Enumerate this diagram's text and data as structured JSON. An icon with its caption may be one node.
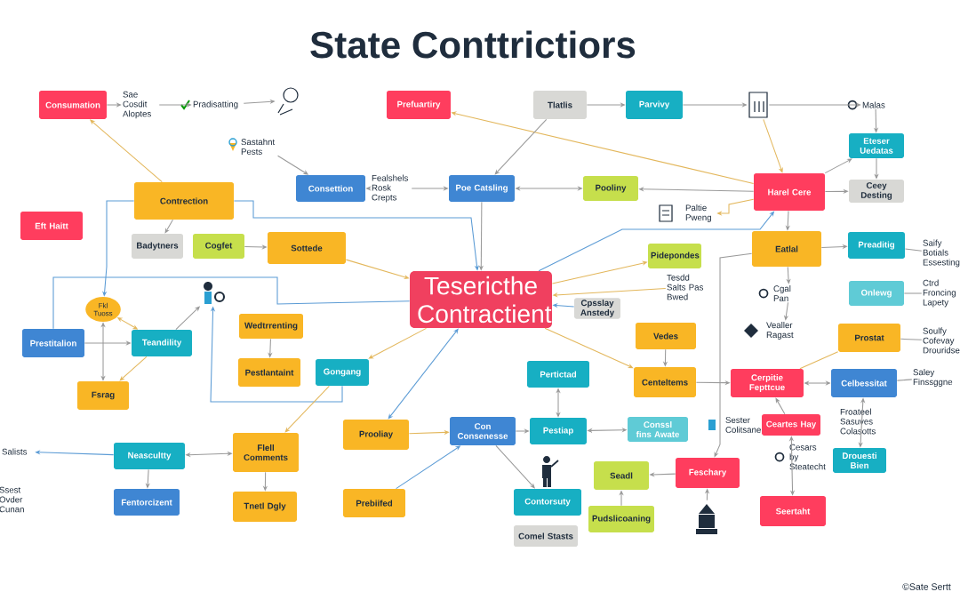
{
  "diagram": {
    "title": "State Conttrictiors",
    "nodes": [
      {
        "text": [
          "Consumation"
        ]
      },
      {
        "text": [
          "Sae Cosdit Aloptes"
        ]
      },
      {
        "text": [
          "Pradisatting"
        ]
      },
      {
        "text": [],
        "shape": "picture"
      },
      {
        "text": [
          "Sastahnt Pests"
        ]
      },
      {
        "text": [
          "Contrection"
        ]
      },
      {
        "text": [
          "Eft Haitt"
        ]
      },
      {
        "text": [
          "Badytners"
        ]
      },
      {
        "text": [
          "Cogfet"
        ]
      },
      {
        "text": [
          "Sottede"
        ]
      },
      {
        "text": [
          "Prefuartiry"
        ]
      },
      {
        "text": [
          "Tlatlis"
        ]
      },
      {
        "text": [
          "Parvivy"
        ]
      },
      {
        "text": [],
        "shape": "picture"
      },
      {
        "text": [
          "Malas"
        ]
      },
      {
        "text": [
          "Consettion"
        ]
      },
      {
        "text": [
          "Fealshels Rosk Crepts"
        ]
      },
      {
        "text": [
          "Poe Catsling"
        ]
      },
      {
        "text": [
          "Pooliny"
        ]
      },
      {
        "text": [
          "Harel Cere"
        ]
      },
      {
        "text": [
          "Eteser Uedatas"
        ]
      },
      {
        "text": [
          "Ceey Desting"
        ]
      },
      {
        "text": [
          "Paltie Pweng"
        ]
      },
      {
        "text": [
          "Pidepondes"
        ]
      },
      {
        "text": [
          "Eatlal"
        ]
      },
      {
        "text": [
          "Preaditig"
        ]
      },
      {
        "text": [
          "Saify Botials Essesting"
        ]
      },
      {
        "text": [
          "Tesericthe Contractient"
        ]
      },
      {
        "text": [
          "Cpsslay Anstedy"
        ]
      },
      {
        "text": [
          "Tesdd Salts Pas Bwed"
        ]
      },
      {
        "text": [
          "Cgal Pan"
        ]
      },
      {
        "text": [
          "Vealler Ragast"
        ]
      },
      {
        "text": [
          "Onlewg"
        ]
      },
      {
        "text": [
          "Ctrd Froncing Lapety"
        ]
      },
      {
        "text": [
          "Prostat"
        ]
      },
      {
        "text": [
          "Soulfy Cofevay Drouridse"
        ]
      },
      {
        "text": [
          "Fkl Tuoss"
        ]
      },
      {
        "text": [
          "Prestitalion"
        ]
      },
      {
        "text": [
          "Teandility"
        ]
      },
      {
        "text": [
          "Fsrag"
        ]
      },
      {
        "text": [],
        "shape": "picture"
      },
      {
        "text": [
          "Wedtrrenting"
        ]
      },
      {
        "text": [
          "Pestlantaint"
        ]
      },
      {
        "text": [
          "Gongang"
        ]
      },
      {
        "text": [
          "Vedes"
        ]
      },
      {
        "text": [
          "Centeltems"
        ]
      },
      {
        "text": [
          "Pertictad"
        ]
      },
      {
        "text": [
          "Cerpitie Fepttcue"
        ]
      },
      {
        "text": [
          "Celbessitat"
        ]
      },
      {
        "text": [
          "Saley Finssggne"
        ]
      },
      {
        "text": [
          "Prooliay"
        ]
      },
      {
        "text": [
          "Con Consenesse"
        ]
      },
      {
        "text": [
          "Pestiap"
        ]
      },
      {
        "text": [
          "Conssl fins Awate"
        ]
      },
      {
        "text": [
          "Sester Colitsane"
        ]
      },
      {
        "text": [
          "Ceartes Hay"
        ]
      },
      {
        "text": [
          "Froateel Sasuves Colasotts"
        ]
      },
      {
        "text": [
          "Drouesti Bien"
        ]
      },
      {
        "text": [
          "Salists"
        ]
      },
      {
        "text": [
          "Neascultty"
        ]
      },
      {
        "text": [
          "Flell Comments"
        ]
      },
      {
        "text": [
          "Fentorcizent"
        ]
      },
      {
        "text": [
          "Tnetl Dgly"
        ]
      },
      {
        "text": [
          "Prebiifed"
        ]
      },
      {
        "text": [
          "Contorsuty"
        ]
      },
      {
        "text": [
          "Seadl"
        ]
      },
      {
        "text": [
          "Pudslicoaning"
        ]
      },
      {
        "text": [
          "Feschary"
        ]
      },
      {
        "text": [],
        "shape": "picture"
      },
      {
        "text": [],
        "shape": "picture"
      },
      {
        "text": [
          "Comel Stasts"
        ]
      },
      {
        "text": [
          "Seertaht"
        ]
      },
      {
        "text": [
          "Cesars by Steatecht"
        ]
      },
      {
        "text": [
          "Ssest Ovder Cunan"
        ]
      }
    ],
    "edges": [
      {
        "from": 0,
        "to": 1,
        "arrow": "to"
      },
      {
        "from": 1,
        "to": 2,
        "arrow": "to"
      },
      {
        "from": 2,
        "to": 3,
        "arrow": "to"
      },
      {
        "from": 4,
        "to": 15,
        "arrow": "to"
      },
      {
        "from": 5,
        "to": 0,
        "arrow": "to",
        "color": "#e3b75c"
      },
      {
        "from": 19,
        "to": 10,
        "arrow": "to",
        "color": "#e3b75c"
      },
      {
        "from": 11,
        "to": 17,
        "arrow": "to"
      },
      {
        "from": 11,
        "to": 12,
        "arrow": "to"
      },
      {
        "from": 12,
        "to": 13,
        "arrow": "to"
      },
      {
        "from": 13,
        "to": 14,
        "arrow": "to"
      },
      {
        "from": 13,
        "to": 19,
        "arrow": "to",
        "color": "#e3b75c"
      },
      {
        "from": 14,
        "to": 20,
        "arrow": "to"
      },
      {
        "from": 20,
        "to": 21,
        "arrow": "to"
      },
      {
        "from": 19,
        "to": 20,
        "arrow": "to"
      },
      {
        "from": 19,
        "to": 21,
        "arrow": "to"
      },
      {
        "from": 19,
        "to": 24,
        "arrow": "to"
      },
      {
        "from": 19,
        "to": 18,
        "arrow": "to"
      },
      {
        "from": 16,
        "to": 15,
        "arrow": "to"
      },
      {
        "from": 16,
        "to": 17,
        "arrow": "to"
      },
      {
        "from": 17,
        "to": 18,
        "arrow": "both"
      },
      {
        "from": 17,
        "to": 27,
        "arrow": "to"
      },
      {
        "from": 5,
        "to": 7,
        "arrow": "to"
      },
      {
        "from": 8,
        "to": 9,
        "arrow": "to"
      },
      {
        "from": 5,
        "to": 27,
        "arrow": "to",
        "color": "#5b9bd5"
      },
      {
        "from": 9,
        "to": 27,
        "arrow": "to",
        "color": "#e3b75c"
      },
      {
        "from": 19,
        "to": 22,
        "arrow": "to",
        "color": "#e3b75c"
      },
      {
        "from": 27,
        "to": 19,
        "arrow": "to",
        "color": "#5b9bd5"
      },
      {
        "from": 27,
        "to": 23,
        "arrow": "to",
        "color": "#e3b75c"
      },
      {
        "from": 24,
        "to": 25,
        "arrow": "to"
      },
      {
        "from": 24,
        "to": 30,
        "arrow": "to"
      },
      {
        "from": 30,
        "to": 31,
        "arrow": "to"
      },
      {
        "from": 28,
        "to": 27,
        "arrow": "to",
        "color": "#5b9bd5"
      },
      {
        "from": 29,
        "to": 27,
        "arrow": "to",
        "color": "#e3b75c"
      },
      {
        "from": 25,
        "to": 26,
        "arrow": "none"
      },
      {
        "from": 32,
        "to": 33,
        "arrow": "none"
      },
      {
        "from": 5,
        "to": 36,
        "arrow": "to",
        "color": "#5b9bd5"
      },
      {
        "from": 36,
        "to": 38,
        "arrow": "both",
        "color": "#e3b75c"
      },
      {
        "from": 36,
        "to": 39,
        "arrow": "both"
      },
      {
        "from": 37,
        "to": 38,
        "arrow": "to"
      },
      {
        "from": 38,
        "to": 40,
        "arrow": "to"
      },
      {
        "from": 43,
        "to": 40,
        "arrow": "to",
        "color": "#5b9bd5"
      },
      {
        "from": 38,
        "to": 39,
        "arrow": "to",
        "color": "#e3b75c"
      },
      {
        "from": 37,
        "to": 27,
        "arrow": "none",
        "color": "#5b9bd5"
      },
      {
        "from": 41,
        "to": 42,
        "arrow": "to"
      },
      {
        "from": 43,
        "to": 60,
        "arrow": "to",
        "color": "#e3b75c"
      },
      {
        "from": 27,
        "to": 43,
        "arrow": "to",
        "color": "#e3b75c"
      },
      {
        "from": 50,
        "to": 27,
        "arrow": "both",
        "color": "#5b9bd5"
      },
      {
        "from": 59,
        "to": 60,
        "arrow": "both"
      },
      {
        "from": 59,
        "to": 58,
        "arrow": "to",
        "color": "#5b9bd5"
      },
      {
        "from": 59,
        "to": 61,
        "arrow": "to"
      },
      {
        "from": 60,
        "to": 62,
        "arrow": "to"
      },
      {
        "from": 63,
        "to": 51,
        "arrow": "to",
        "color": "#5b9bd5"
      },
      {
        "from": 50,
        "to": 51,
        "arrow": "to",
        "color": "#e3b75c"
      },
      {
        "from": 46,
        "to": 52,
        "arrow": "both"
      },
      {
        "from": 27,
        "to": 45,
        "arrow": "to",
        "color": "#e3b75c"
      },
      {
        "from": 44,
        "to": 45,
        "arrow": "to"
      },
      {
        "from": 51,
        "to": 52,
        "arrow": "to"
      },
      {
        "from": 52,
        "to": 53,
        "arrow": "both"
      },
      {
        "from": 51,
        "to": 64,
        "arrow": "to"
      },
      {
        "from": 24,
        "to": 67,
        "arrow": "to"
      },
      {
        "from": 67,
        "to": 65,
        "arrow": "to"
      },
      {
        "from": 66,
        "to": 65,
        "arrow": "to"
      },
      {
        "from": 68,
        "to": 67,
        "arrow": "to"
      },
      {
        "from": 55,
        "to": 47,
        "arrow": "to"
      },
      {
        "from": 47,
        "to": 48,
        "arrow": "both"
      },
      {
        "from": 55,
        "to": 71,
        "arrow": "both"
      },
      {
        "from": 48,
        "to": 57,
        "arrow": "both"
      },
      {
        "from": 34,
        "to": 47,
        "arrow": "none",
        "color": "#e3b75c"
      },
      {
        "from": 48,
        "to": 49,
        "arrow": "none"
      },
      {
        "from": 34,
        "to": 35,
        "arrow": "none"
      },
      {
        "from": 45,
        "to": 47,
        "arrow": "to"
      }
    ],
    "labels": [
      "©Sate Sertt"
    ]
  }
}
